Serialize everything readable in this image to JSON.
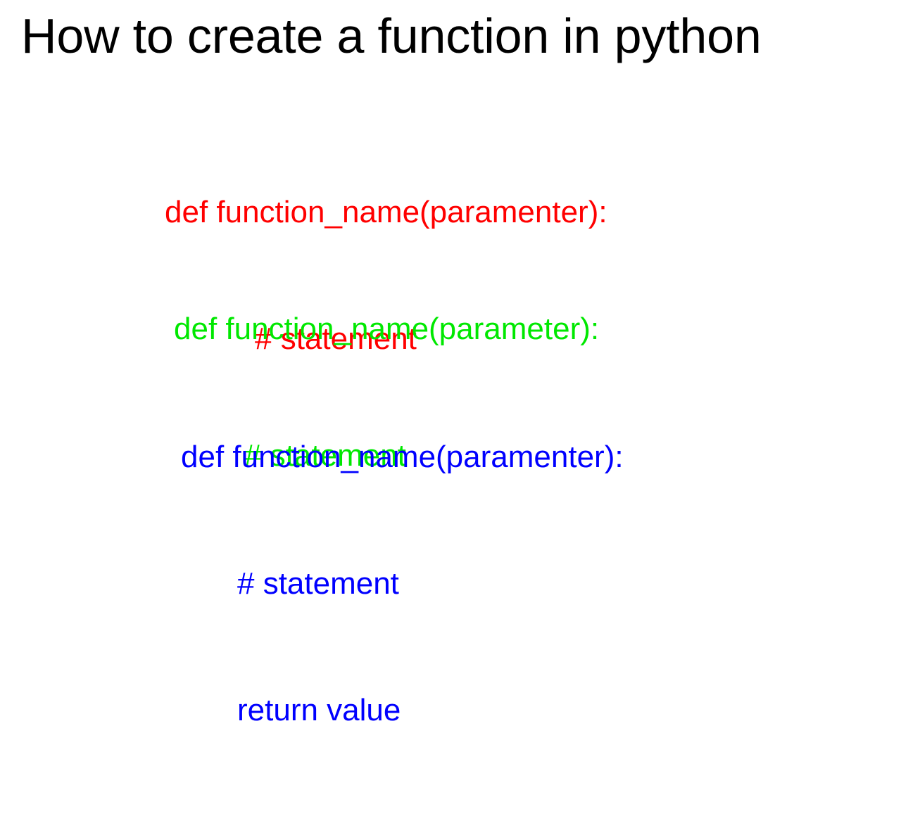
{
  "slide": {
    "title": "How to create a function in python",
    "background_color": "#ffffff",
    "title_color": "#000000",
    "code_blocks": [
      {
        "id": "red",
        "color": "#ff0000",
        "lines": [
          "def function_name(paramenter):",
          "# statement"
        ]
      },
      {
        "id": "green",
        "color": "#00e800",
        "lines": [
          "def function_name(parameter):",
          "# statement"
        ]
      },
      {
        "id": "blue",
        "color": "#0000ff",
        "lines": [
          "def function_name(paramenter):",
          "# statement",
          "return value"
        ]
      }
    ]
  }
}
